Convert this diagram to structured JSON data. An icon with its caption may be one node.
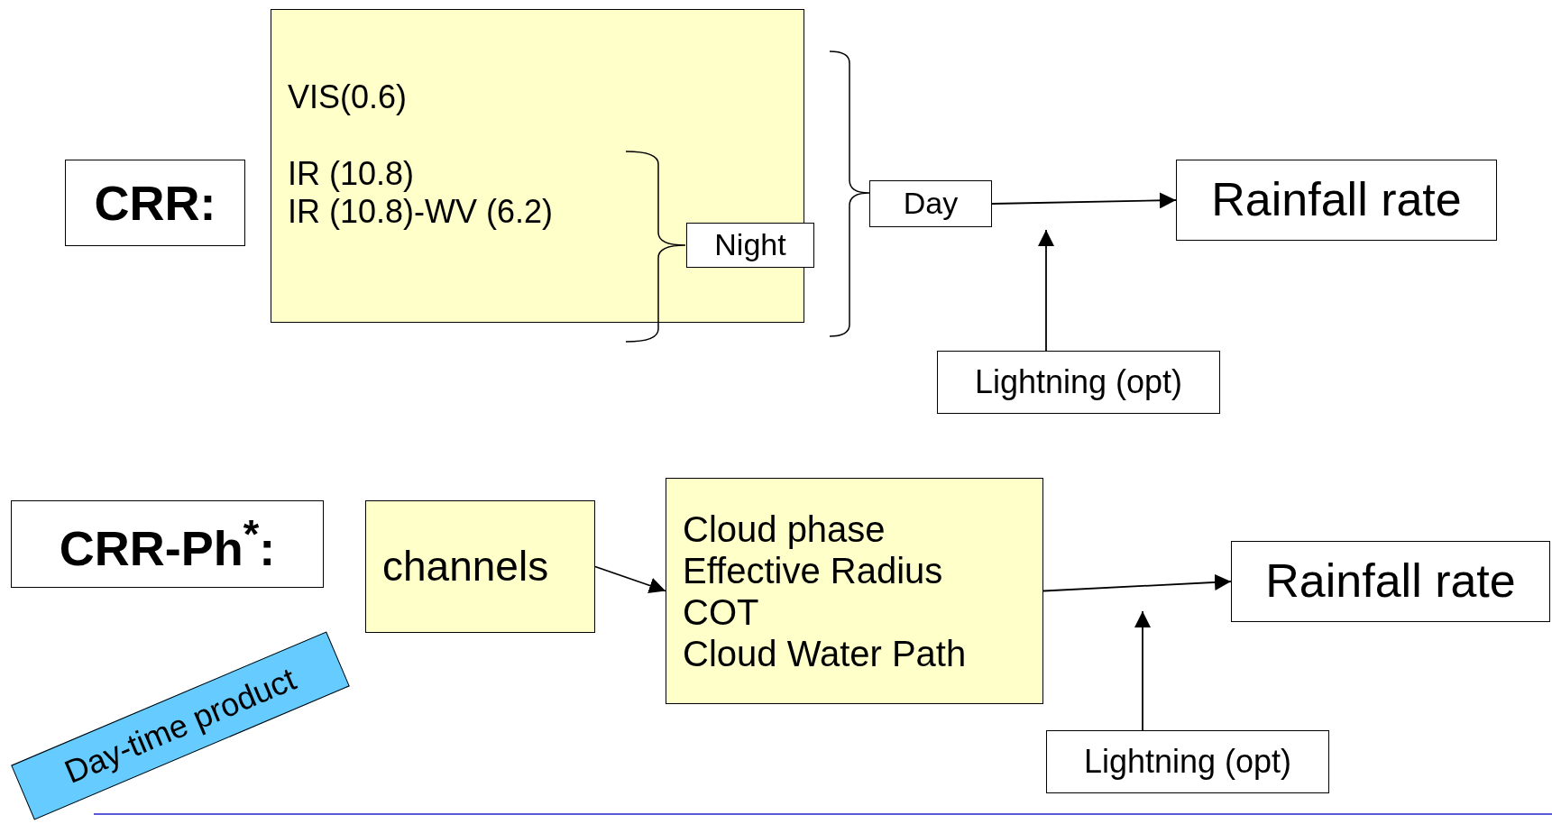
{
  "diagram": {
    "nodes": [
      {
        "text": [
          "CRR:"
        ]
      },
      {
        "text": [
          "VIS(0.6)",
          "IR (10.8)",
          "IR (10.8)-WV (6.2)"
        ]
      },
      {
        "text": [
          "Night"
        ]
      },
      {
        "text": [
          "Day"
        ]
      },
      {
        "text": [
          "Rainfall rate"
        ]
      },
      {
        "text": [
          "Lightning (opt)"
        ]
      },
      {
        "text": [
          "CRR-Ph$^{*}$:"
        ]
      },
      {
        "text": [
          "channels"
        ]
      },
      {
        "text": [
          "Cloud phase",
          "Effective Radius",
          "COT",
          "Cloud Water Path"
        ]
      },
      {
        "text": [
          "Rainfall rate"
        ]
      },
      {
        "text": [
          "Lightning (opt)"
        ]
      },
      {
        "text": [
          "Day-time product"
        ]
      }
    ],
    "edges": [
      {
        "from": 3,
        "to": 4,
        "arrow": "to"
      },
      {
        "from": 5,
        "to": null,
        "arrow": "to"
      },
      {
        "from": 7,
        "to": 8,
        "arrow": "to"
      },
      {
        "from": 8,
        "to": 9,
        "arrow": "to"
      },
      {
        "from": 10,
        "to": null,
        "arrow": "to"
      }
    ]
  }
}
